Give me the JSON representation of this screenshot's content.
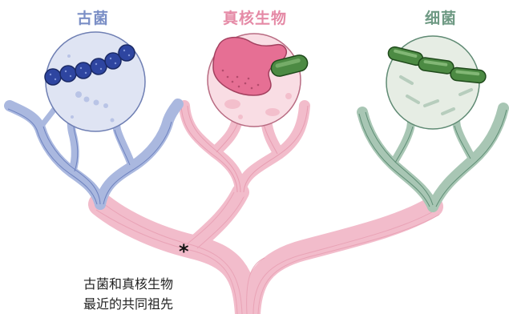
{
  "titles": {
    "archaea": "古菌",
    "eukaryote": "真核生物",
    "bacteria": "细菌"
  },
  "caption": {
    "line1": "古菌和真核生物",
    "line2": "最近的共同祖先"
  },
  "marker": "*",
  "colors": {
    "archaea": "#7b8fc6",
    "eukaryote": "#e58aa6",
    "bacteria": "#6f9a84",
    "archaea_cell": "#dfe4f3",
    "eukaryote_cell": "#f9dde4",
    "bacteria_cell": "#e6ede4",
    "trunk": "#f3c2cf",
    "text": "#222222"
  },
  "icons": {
    "archaea": "coccus-chain-icon",
    "eukaryote": "amoeba-engulfing-bacterium-icon",
    "bacteria": "rod-bacteria-icon"
  }
}
